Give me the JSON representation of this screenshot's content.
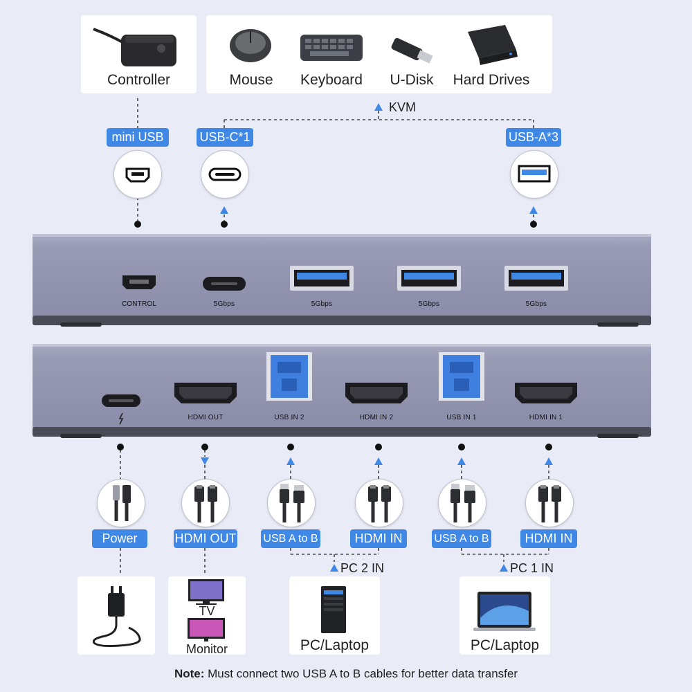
{
  "top_cards": {
    "controller": "Controller",
    "mouse": "Mouse",
    "keyboard": "Keyboard",
    "udisk": "U-Disk",
    "hard_drives": "Hard Drives"
  },
  "kvm_label": "KVM",
  "top_badges": {
    "mini_usb": "mini USB",
    "usbc": "USB-C*1",
    "usba": "USB-A*3"
  },
  "front_panel": {
    "control": "CONTROL",
    "usbc_speed": "5Gbps",
    "usba1_speed": "5Gbps",
    "usba2_speed": "5Gbps",
    "usba3_speed": "5Gbps"
  },
  "rear_panel": {
    "hdmi_out": "HDMI OUT",
    "usb_in_2": "USB IN 2",
    "hdmi_in_2": "HDMI IN 2",
    "usb_in_1": "USB IN 1",
    "hdmi_in_1": "HDMI IN 1"
  },
  "bottom_badges": {
    "power": "Power",
    "hdmi_out": "HDMI OUT",
    "usb_a_to_b_2": "USB A to B",
    "hdmi_in_2": "HDMI IN",
    "usb_a_to_b_1": "USB A to B",
    "hdmi_in_1": "HDMI IN"
  },
  "pc_labels": {
    "pc2": "PC 2 IN",
    "pc1": "PC 1 IN"
  },
  "bottom_cards": {
    "tv": "TV",
    "monitor": "Monitor",
    "pc2": "PC/Laptop",
    "pc1": "PC/Laptop"
  },
  "note": {
    "label": "Note:",
    "text": " Must connect two USB A to B cables for better data transfer"
  },
  "colors": {
    "background": "#e9ebf7",
    "accent_blue": "#3f88e6",
    "device_gray": "#8a8ca8"
  }
}
